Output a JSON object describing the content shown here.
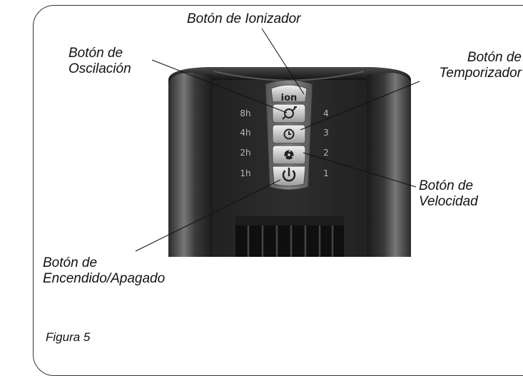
{
  "labels": {
    "ionizer": "Botón de Ionizador",
    "oscillation": [
      "Botón de",
      "Oscilación"
    ],
    "timer": [
      "Botón de",
      "Temporizador"
    ],
    "speed": [
      "Botón de",
      "Velocidad"
    ],
    "power": [
      "Botón de",
      "Encendido/Apagado"
    ]
  },
  "panel": {
    "ion_text": "ion",
    "timer_marks": [
      "8h",
      "4h",
      "2h",
      "1h"
    ],
    "speed_marks": [
      "4",
      "3",
      "2",
      "1"
    ]
  },
  "caption": "Figura 5"
}
